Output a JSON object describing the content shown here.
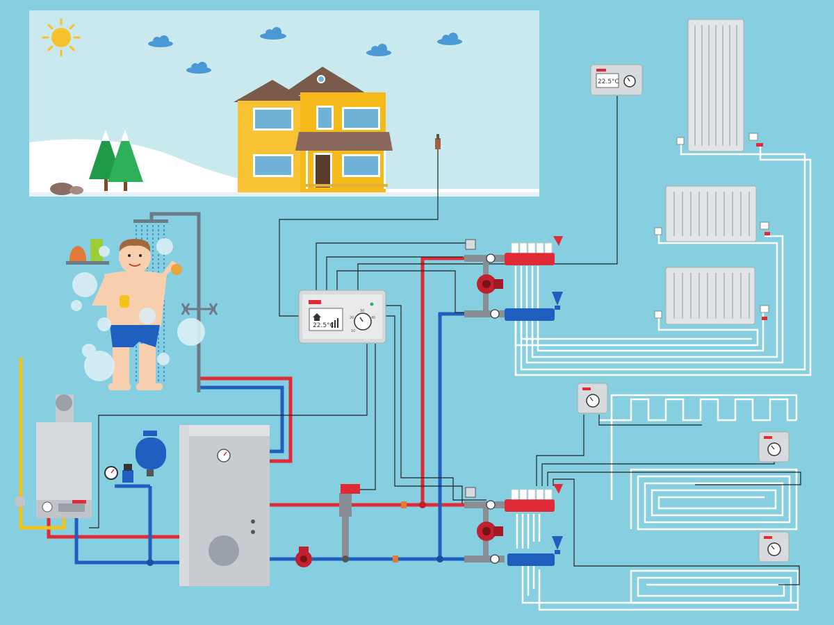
{
  "thermostats": {
    "room_display": "22.5°C",
    "controller_display": "22.5°C"
  },
  "controller": {
    "dial_marks": [
      "10",
      "20",
      "30",
      "40"
    ]
  },
  "colors": {
    "background": "#86cfe0",
    "hot_pipe": "#e02a35",
    "cold_pipe": "#1e5fbf",
    "wire": "#222222",
    "floor_pipe": "#ffffff",
    "gas_pipe": "#f2c318",
    "house": "#f7c234"
  },
  "icons": [
    "sun-icon",
    "cloud-icon",
    "house-icon",
    "pine-tree-icon",
    "shower-icon",
    "person-icon",
    "gas-boiler-icon",
    "expansion-tank-icon",
    "water-heater-tank-icon",
    "circulation-pump-icon",
    "manifold-icon",
    "radiator-icon",
    "thermostat-icon",
    "controller-icon",
    "underfloor-heating-icon",
    "pressure-gauge-icon",
    "mixing-valve-icon",
    "outdoor-sensor-icon"
  ]
}
